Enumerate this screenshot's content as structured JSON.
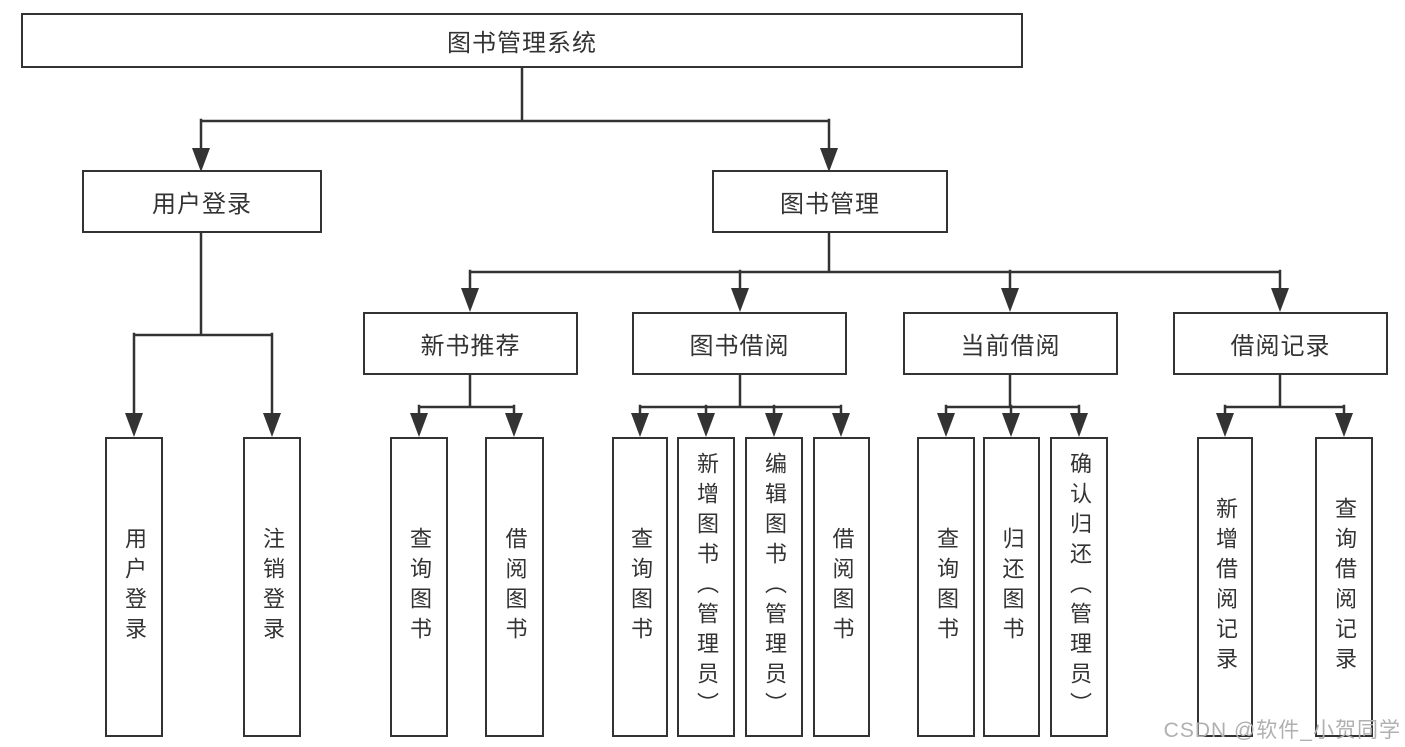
{
  "diagram": {
    "root": {
      "label": "图书管理系统"
    },
    "branches": [
      {
        "label": "用户登录",
        "children": [
          {
            "label": "用户登录"
          },
          {
            "label": "注销登录"
          }
        ]
      },
      {
        "label": "图书管理",
        "children": [
          {
            "label": "新书推荐",
            "children": [
              {
                "label": "查询图书"
              },
              {
                "label": "借阅图书"
              }
            ]
          },
          {
            "label": "图书借阅",
            "children": [
              {
                "label": "查询图书"
              },
              {
                "label": "新增图书（管理员）"
              },
              {
                "label": "编辑图书（管理员）"
              },
              {
                "label": "借阅图书"
              }
            ]
          },
          {
            "label": "当前借阅",
            "children": [
              {
                "label": "查询图书"
              },
              {
                "label": "归还图书"
              },
              {
                "label": "确认归还（管理员）"
              }
            ]
          },
          {
            "label": "借阅记录",
            "children": [
              {
                "label": "新增借阅记录"
              },
              {
                "label": "查询借阅记录"
              }
            ]
          }
        ]
      }
    ]
  },
  "watermark": {
    "text": "CSDN @软件_小贺同学"
  },
  "colors": {
    "line": "#333333",
    "box_border": "#333333",
    "text": "#333333",
    "background": "#ffffff",
    "watermark": "#b0b0b0"
  }
}
